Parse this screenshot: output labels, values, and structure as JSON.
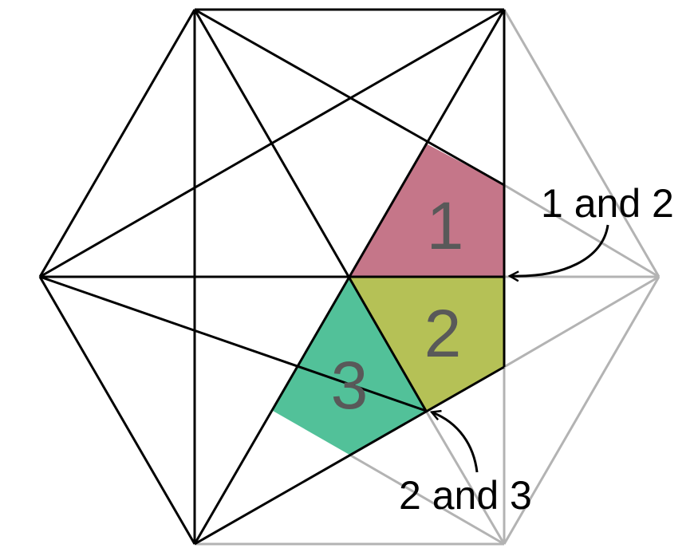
{
  "regions": [
    {
      "id": "1",
      "label": "1",
      "fill": "#c57689"
    },
    {
      "id": "2",
      "label": "2",
      "fill": "#b5c156"
    },
    {
      "id": "3",
      "label": "3",
      "fill": "#52c199"
    }
  ],
  "region_label_color": "#595959",
  "line_color": "#000000",
  "faded_line_color": "#b3b3b3",
  "callouts": [
    {
      "id": "1-2",
      "text": "1 and 2"
    },
    {
      "id": "2-3",
      "text": "2 and 3"
    }
  ]
}
